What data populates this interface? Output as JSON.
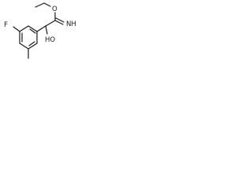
{
  "molecule": {
    "atoms": {
      "fluorine": "F",
      "ether_oxygen": "O",
      "imine": "NH",
      "hydroxyl": "HO"
    }
  }
}
